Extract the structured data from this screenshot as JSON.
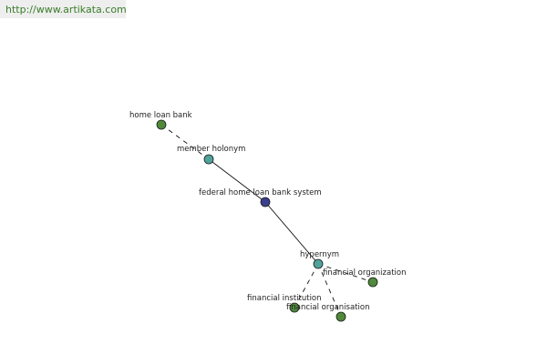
{
  "header": {
    "url": "http://www.artikata.com"
  },
  "colors": {
    "center_node": "#3b3f8f",
    "relation_node": "#4fa39a",
    "leaf_node": "#4f8a3a",
    "edge": "#111111",
    "node_stroke": "#1a1a1a"
  },
  "nodes": [
    {
      "id": "home-loan-bank",
      "label": "home loan bank",
      "kind": "leaf"
    },
    {
      "id": "member-holonym",
      "label": "member holonym",
      "kind": "relation"
    },
    {
      "id": "federal-home-loan-bank-system",
      "label": "federal home loan bank system",
      "kind": "center"
    },
    {
      "id": "hypernym",
      "label": "hypernym",
      "kind": "relation"
    },
    {
      "id": "financial-organization",
      "label": "financial organization",
      "kind": "leaf"
    },
    {
      "id": "financial-institution",
      "label": "financial institution",
      "kind": "leaf"
    },
    {
      "id": "financial-organisation",
      "label": "financial organisation",
      "kind": "leaf"
    }
  ],
  "edges": [
    {
      "from": "home-loan-bank",
      "to": "member-holonym",
      "style": "dashed"
    },
    {
      "from": "member-holonym",
      "to": "federal-home-loan-bank-system",
      "style": "solid"
    },
    {
      "from": "federal-home-loan-bank-system",
      "to": "hypernym",
      "style": "solid"
    },
    {
      "from": "hypernym",
      "to": "financial-organization",
      "style": "dashed"
    },
    {
      "from": "hypernym",
      "to": "financial-institution",
      "style": "dashed"
    },
    {
      "from": "hypernym",
      "to": "financial-organisation",
      "style": "dashed"
    }
  ]
}
